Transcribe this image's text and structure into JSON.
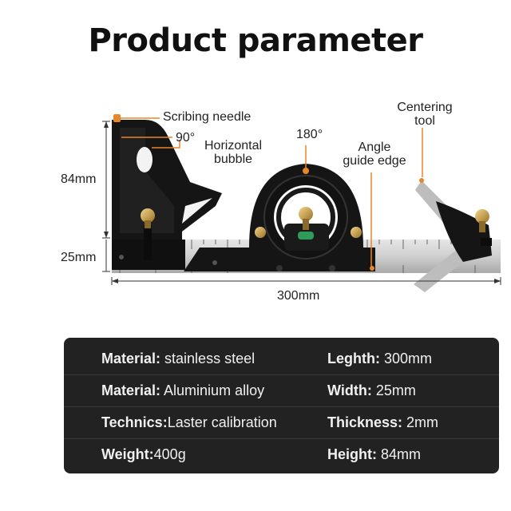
{
  "title": "Product parameter",
  "labels": {
    "scribing_needle": "Scribing needle",
    "ninety": "90°",
    "horizontal_bubble_1": "Horizontal",
    "horizontal_bubble_2": "bubble",
    "one_eighty": "180°",
    "angle_guide_1": "Angle",
    "angle_guide_2": "guide edge",
    "centering_1": "Centering",
    "centering_2": "tool"
  },
  "dimensions": {
    "height": "84mm",
    "width": "25mm",
    "length": "300mm"
  },
  "specs": [
    {
      "left_key": "Material:",
      "left_val": " stainless steel",
      "right_key": "Leghth:",
      "right_val": " 300mm"
    },
    {
      "left_key": "Material:",
      "left_val": " Aluminium alloy",
      "right_key": "Width:",
      "right_val": " 25mm"
    },
    {
      "left_key": "Technics:",
      "left_val": "Laster calibration",
      "right_key": "Thickness:",
      "right_val": " 2mm"
    },
    {
      "left_key": "Weight:",
      "left_val": "400g",
      "right_key": "Height:",
      "right_val": " 84mm"
    }
  ],
  "colors": {
    "accent": "#e8862a",
    "ruler": "#c9c9c9",
    "body": "#151515",
    "brass": "#c9a24a",
    "table_bg": "#222222"
  }
}
